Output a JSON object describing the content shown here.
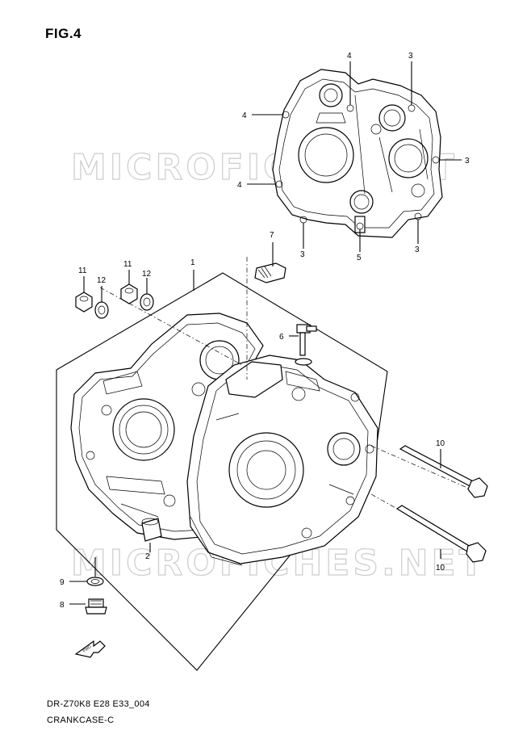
{
  "figure": {
    "title": "FIG.4",
    "code": "DR-Z70K8 E28 E33_004",
    "name": "CRANKCASE-C"
  },
  "watermark": {
    "top_text": "MICROFICHE.NET",
    "bottom_text": "MICROFICHES.NET"
  },
  "callouts": {
    "c_top_4a": "4",
    "c_top_3a": "3",
    "c_left_4a": "4",
    "c_right_3": "3",
    "c_left_4b": "4",
    "c_bot_3a": "3",
    "c_bot_5": "5",
    "c_bot_3b": "3",
    "c_7": "7",
    "c_1": "1",
    "c_11a": "11",
    "c_12a": "12",
    "c_11b": "11",
    "c_12b": "12",
    "c_6": "6",
    "c_10a": "10",
    "c_10b": "10",
    "c_2": "2",
    "c_9": "9",
    "c_8": "8"
  },
  "fwd_icon_label": "FWD",
  "colors": {
    "line": "#000000",
    "watermark": "#cfcfcf"
  }
}
